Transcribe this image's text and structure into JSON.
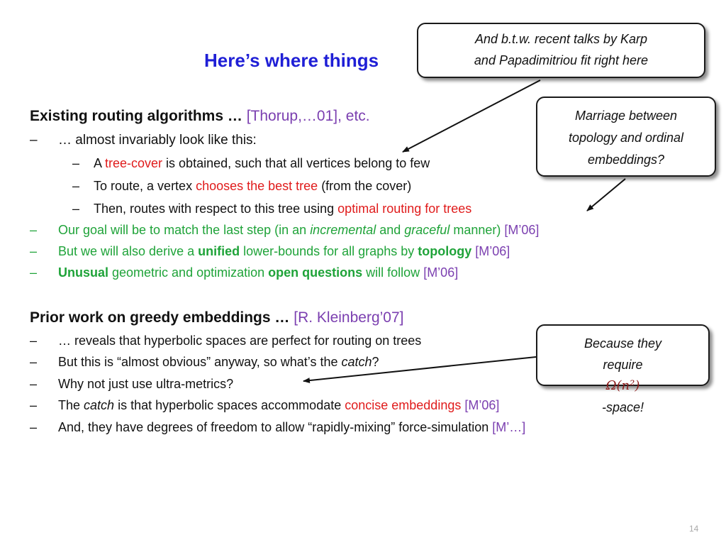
{
  "slide": {
    "title": "Here’s where things",
    "page_number": "14",
    "colors": {
      "title": "#1f1fd6",
      "red": "#e01b1b",
      "green": "#1fa339",
      "purple": "#7b3fb0"
    }
  },
  "section1": {
    "heading": "Existing routing algorithms …",
    "heading_ref": " [Thorup,…01], etc.",
    "bullet1": "… almost invariably look like this:",
    "sub1": {
      "a": "A ",
      "b": "tree-cover",
      "c": " is obtained, such that all vertices belong to few"
    },
    "sub2": {
      "a": "To route, a vertex ",
      "b": "chooses the best tree",
      "c": " (from the cover)"
    },
    "sub3": {
      "a": "Then, routes with respect to this tree using ",
      "b": "optimal routing for trees"
    },
    "bullet2": {
      "a": "Our goal will be to match the last step (in an ",
      "b": "incremental",
      "c": " and ",
      "d": "graceful",
      "e": " manner)",
      "ref": " [M’06]"
    },
    "bullet3": {
      "a": "But we will also derive a ",
      "b": "unified",
      "c": " lower-bounds for all graphs by ",
      "d": "topology",
      "ref": " [M’06]"
    },
    "bullet4": {
      "a": "Unusual",
      "b": " geometric and optimization ",
      "c": "open questions",
      "d": " will follow",
      "ref": " [M’06]"
    }
  },
  "section2": {
    "heading": "Prior work on greedy embeddings …",
    "heading_ref": " [R. Kleinberg’07]",
    "bullet1": "… reveals that hyperbolic spaces are perfect for routing on trees",
    "bullet2": {
      "a": "But this is “almost obvious” anyway, so what’s the ",
      "b": "catch",
      "c": "?"
    },
    "bullet3": "Why not just use ultra-metrics?",
    "bullet4": {
      "a": "The ",
      "b": "catch",
      "c": " is that hyperbolic spaces accommodate ",
      "d": "concise embeddings",
      "ref": " [M’06]"
    },
    "bullet5": {
      "a": "And, they have degrees of freedom to allow “rapidly-mixing” force-simulation",
      "ref": " [M’…]"
    }
  },
  "callouts": {
    "karp": {
      "line1": "And b.t.w. recent talks by Karp",
      "line2": "and Papadimitriou fit right here"
    },
    "marriage": {
      "line1": "Marriage between",
      "line2": "topology and ordinal",
      "line3": "embeddings?"
    },
    "because": {
      "line1": "Because they",
      "line2a": "require ",
      "omega": "Ω(n²)",
      "line2b": "-space!"
    }
  },
  "dash_glyph": "–"
}
